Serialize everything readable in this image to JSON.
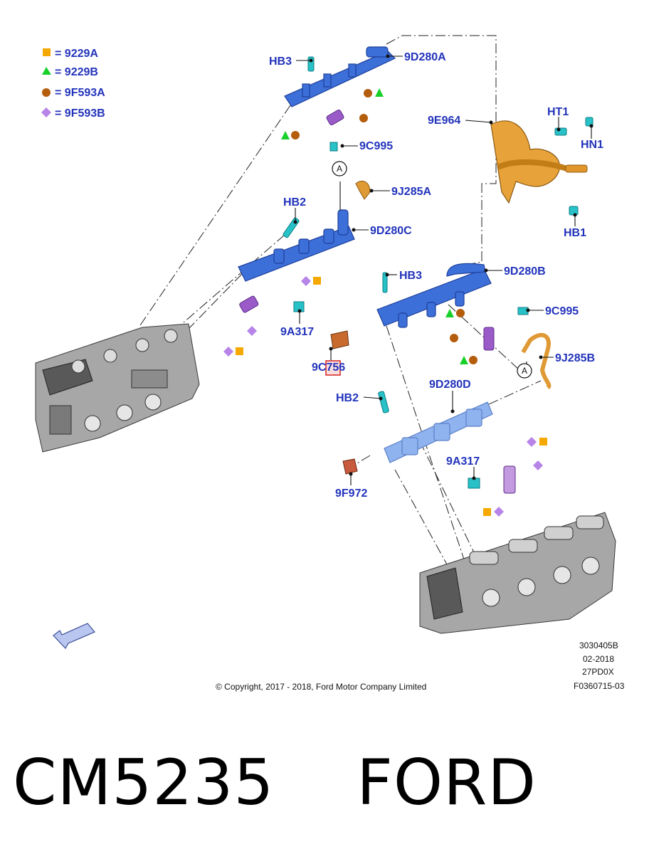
{
  "legend": [
    {
      "symbol": "square",
      "color": "#f5a800",
      "text": "= 9229A"
    },
    {
      "symbol": "triangle",
      "color": "#18d02a",
      "text": "= 9229B"
    },
    {
      "symbol": "circle",
      "color": "#b35d0d",
      "text": "= 9F593A"
    },
    {
      "symbol": "diamond",
      "color": "#b784e8",
      "text": "= 9F593B"
    }
  ],
  "labels": {
    "hb3_top": "HB3",
    "d280a": "9D280A",
    "c995_top": "9C995",
    "e964": "9E964",
    "ht1": "HT1",
    "hn1": "HN1",
    "hb1": "HB1",
    "j285a": "9J285A",
    "hb2_top": "HB2",
    "d280c": "9D280C",
    "a317_left": "9A317",
    "c756": "9C756",
    "hb3_mid": "HB3",
    "d280b": "9D280B",
    "c995_right": "9C995",
    "j285b": "9J285B",
    "d280d": "9D280D",
    "hb2_bottom": "HB2",
    "a317_right": "9A317",
    "f972": "9F972",
    "callout_a1": "A",
    "callout_a2": "A"
  },
  "codes": {
    "line1": "3030405B",
    "line2": "02-2018",
    "line3": "27PD0X",
    "line4": "F0360715-03"
  },
  "copyright": "© Copyright, 2017 - 2018, Ford Motor Company Limited",
  "footer": {
    "title": "CM5235    FORD"
  },
  "colors": {
    "label_blue": "#2233bb",
    "rail_blue": "#3d6fd9",
    "rail_light": "#8fb3ee",
    "cyan": "#27c1c7",
    "orange": "#e0962b",
    "purple": "#9a5bc9"
  }
}
